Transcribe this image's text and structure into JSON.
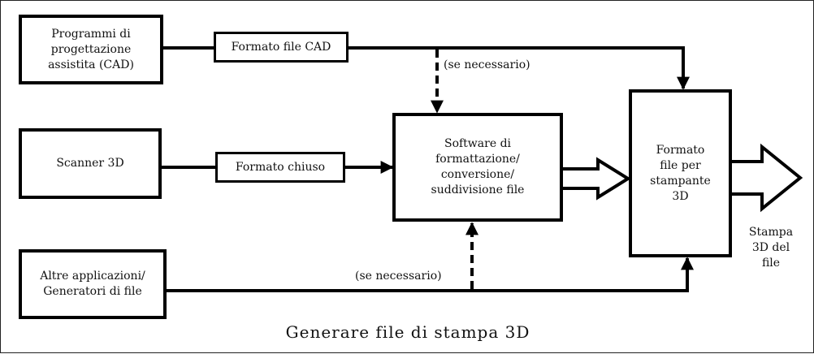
{
  "diagram": {
    "boxes": {
      "cad_programs": "Programmi di\nprogettazione\nassistita (CAD)",
      "scanner": "Scanner 3D",
      "other_apps": "Altre applicazioni/\nGeneratori di file",
      "software": "Software di\nformattazione/\nconversione/\nsuddivisione file",
      "printer_format": "Formato\nfile per\nstampante\n3D"
    },
    "connectors": {
      "cad_format": "Formato file CAD",
      "closed_format": "Formato chiuso"
    },
    "notes": {
      "if_needed_top": "(se necessario)",
      "if_needed_bottom": "(se necessario)"
    },
    "output": "Stampa\n3D del\nfile",
    "caption": "Generare file di stampa 3D"
  }
}
